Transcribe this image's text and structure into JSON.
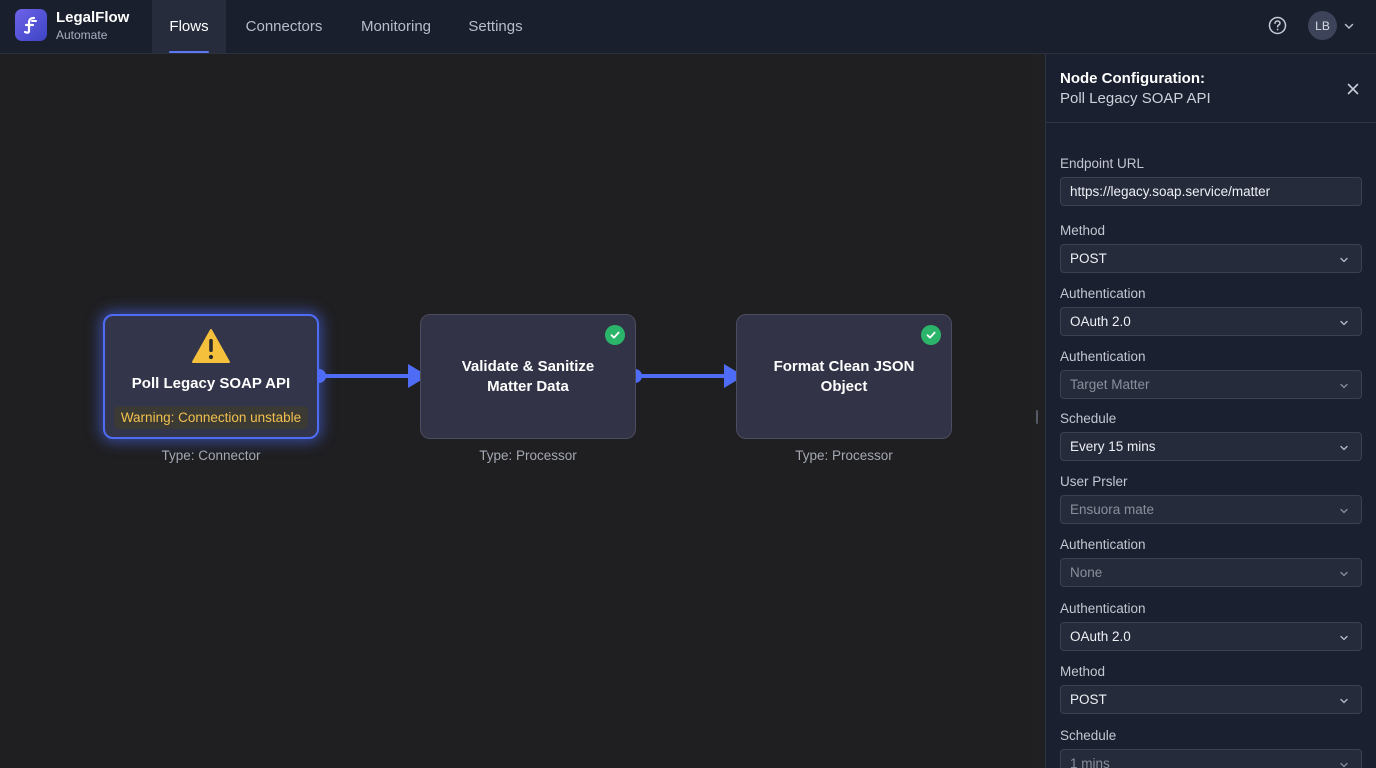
{
  "app": {
    "name": "LegalFlow",
    "subtitle": "Automate",
    "avatar_initials": "LB"
  },
  "nav": {
    "tabs": [
      {
        "label": "Flows",
        "active": true
      },
      {
        "label": "Connectors",
        "active": false
      },
      {
        "label": "Monitoring",
        "active": false
      },
      {
        "label": "Settings",
        "active": false
      }
    ]
  },
  "icons": {
    "logo": "flow-logo-icon",
    "help": "help-circle-icon",
    "avatar_caret": "chevron-down-icon",
    "warning": "warning-triangle-icon",
    "status_ok": "check-circle-icon",
    "close": "close-icon",
    "select_caret": "chevron-down-icon"
  },
  "colors": {
    "accent": "#4f6cf7",
    "warning": "#f2c14e",
    "success": "#2bb56a"
  },
  "flow": {
    "nodes": [
      {
        "title": "Poll Legacy SOAP API",
        "type_label": "Type: Connector",
        "status": "warning",
        "warning_text": "Warning: Connection unstable",
        "selected": true
      },
      {
        "title": "Validate & Sanitize Matter Data",
        "type_label": "Type: Processor",
        "status": "ok",
        "selected": false
      },
      {
        "title": "Format Clean JSON Object",
        "type_label": "Type: Processor",
        "status": "ok",
        "selected": false
      }
    ]
  },
  "panel": {
    "heading": "Node Configuration:",
    "node_name": "Poll Legacy SOAP API",
    "fields": [
      {
        "label": "Endpoint URL",
        "value": "https://legacy.soap.service/matter",
        "kind": "text"
      },
      {
        "label": "Method",
        "value": "POST",
        "kind": "select"
      },
      {
        "label": "Authentication",
        "value": "OAuth 2.0",
        "kind": "select"
      },
      {
        "label": "Authentication",
        "value": "Target Matter",
        "kind": "select",
        "muted": true
      },
      {
        "label": "Schedule",
        "value": "Every 15 mins",
        "kind": "select"
      },
      {
        "label": "User Prsler",
        "value": "Ensuora mate",
        "kind": "select",
        "muted": true
      },
      {
        "label": "Authentication",
        "value": "None",
        "kind": "select",
        "muted": true
      },
      {
        "label": "Authentication",
        "value": "OAuth 2.0",
        "kind": "select"
      },
      {
        "label": "Method",
        "value": "POST",
        "kind": "select"
      },
      {
        "label": "Schedule",
        "value": "1 mins",
        "kind": "select",
        "muted": true
      }
    ]
  }
}
